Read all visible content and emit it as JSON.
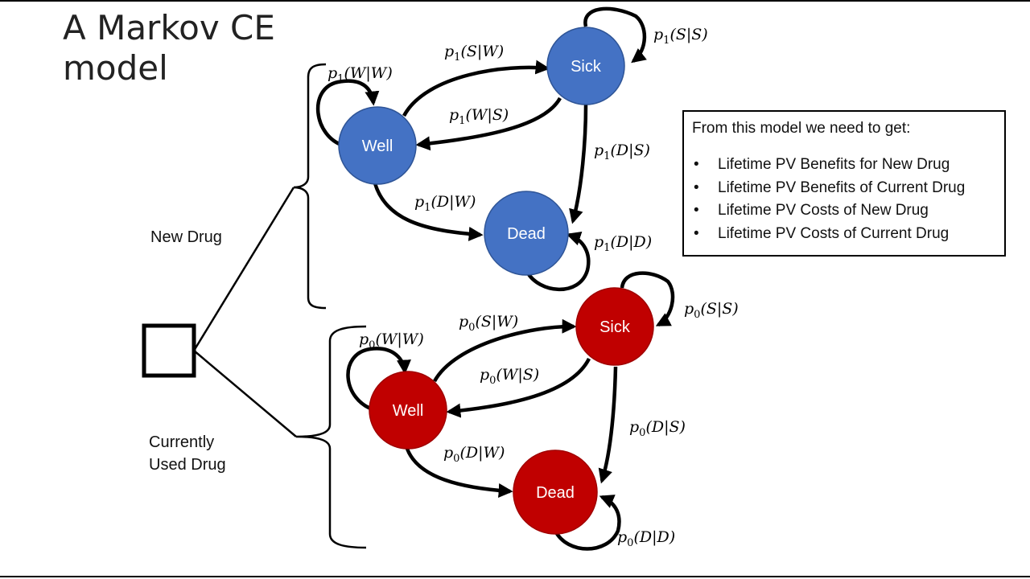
{
  "slide": {
    "title": "A Markov CE model",
    "branches": [
      {
        "label": "New Drug"
      },
      {
        "label": "Currently Used Drug"
      }
    ]
  },
  "models": [
    {
      "branch": "New Drug",
      "color": "#4472C4",
      "nodes": {
        "well": "Well",
        "sick": "Sick",
        "dead": "Dead"
      },
      "transitions": [
        {
          "id": "ww",
          "sub": "1",
          "text": "(W|W)"
        },
        {
          "id": "sw",
          "sub": "1",
          "text": "(S|W)"
        },
        {
          "id": "ws",
          "sub": "1",
          "text": "(W|S)"
        },
        {
          "id": "ss",
          "sub": "1",
          "text": "(S|S)"
        },
        {
          "id": "ds",
          "sub": "1",
          "text": "(D|S)"
        },
        {
          "id": "dw",
          "sub": "1",
          "text": "(D|W)"
        },
        {
          "id": "dd",
          "sub": "1",
          "text": "(D|D)"
        }
      ]
    },
    {
      "branch": "Currently Used Drug",
      "color": "#C00000",
      "nodes": {
        "well": "Well",
        "sick": "Sick",
        "dead": "Dead"
      },
      "transitions": [
        {
          "id": "ww",
          "sub": "0",
          "text": "(W|W)"
        },
        {
          "id": "sw",
          "sub": "0",
          "text": "(S|W)"
        },
        {
          "id": "ws",
          "sub": "0",
          "text": "(W|S)"
        },
        {
          "id": "ss",
          "sub": "0",
          "text": "(S|S)"
        },
        {
          "id": "ds",
          "sub": "0",
          "text": "(D|S)"
        },
        {
          "id": "dw",
          "sub": "0",
          "text": "(D|W)"
        },
        {
          "id": "dd",
          "sub": "0",
          "text": "(D|D)"
        }
      ]
    }
  ],
  "info_box": {
    "heading": "From this model we need to get:",
    "bullet_char": "•",
    "items": [
      "Lifetime PV Benefits for New Drug",
      "Lifetime PV Benefits of Current Drug",
      "Lifetime PV Costs of New Drug",
      "Lifetime PV Costs of Current Drug"
    ]
  }
}
